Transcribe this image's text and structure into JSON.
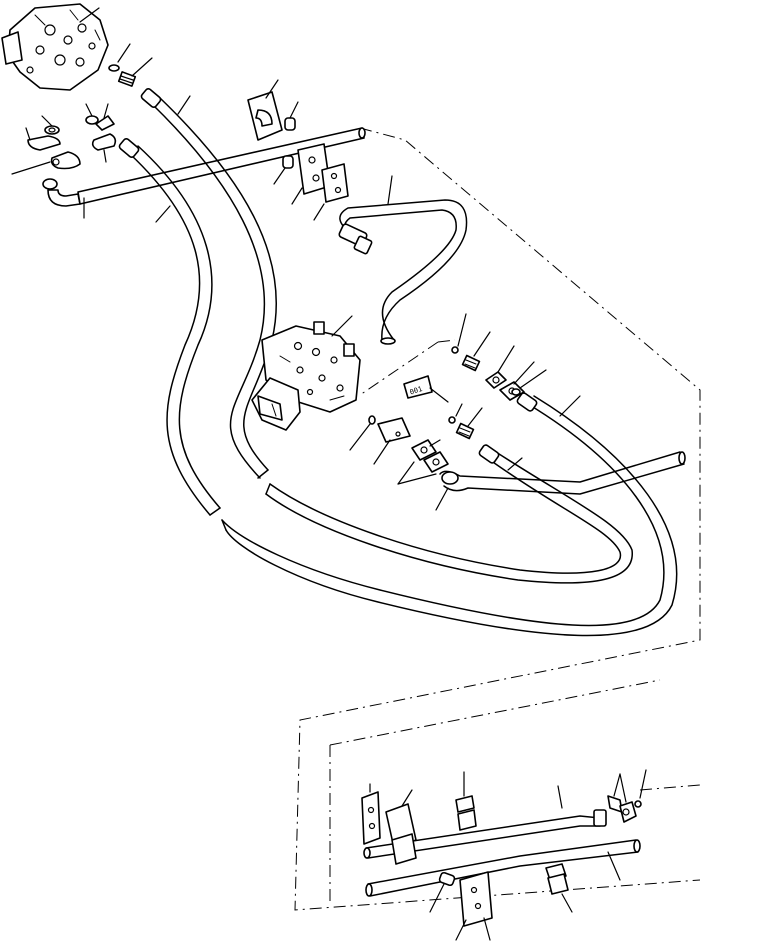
{
  "diagram": {
    "tag_text": "001"
  },
  "colors": {
    "line": "#000000",
    "background": "#ffffff"
  },
  "parts": [
    "pump",
    "control-valve",
    "suction-tube",
    "hose-pump-to-valve-a",
    "hose-pump-to-valve-b",
    "return-tube",
    "hose-return",
    "flange-clamps",
    "o-rings",
    "fittings",
    "brackets",
    "tube-clamps"
  ]
}
